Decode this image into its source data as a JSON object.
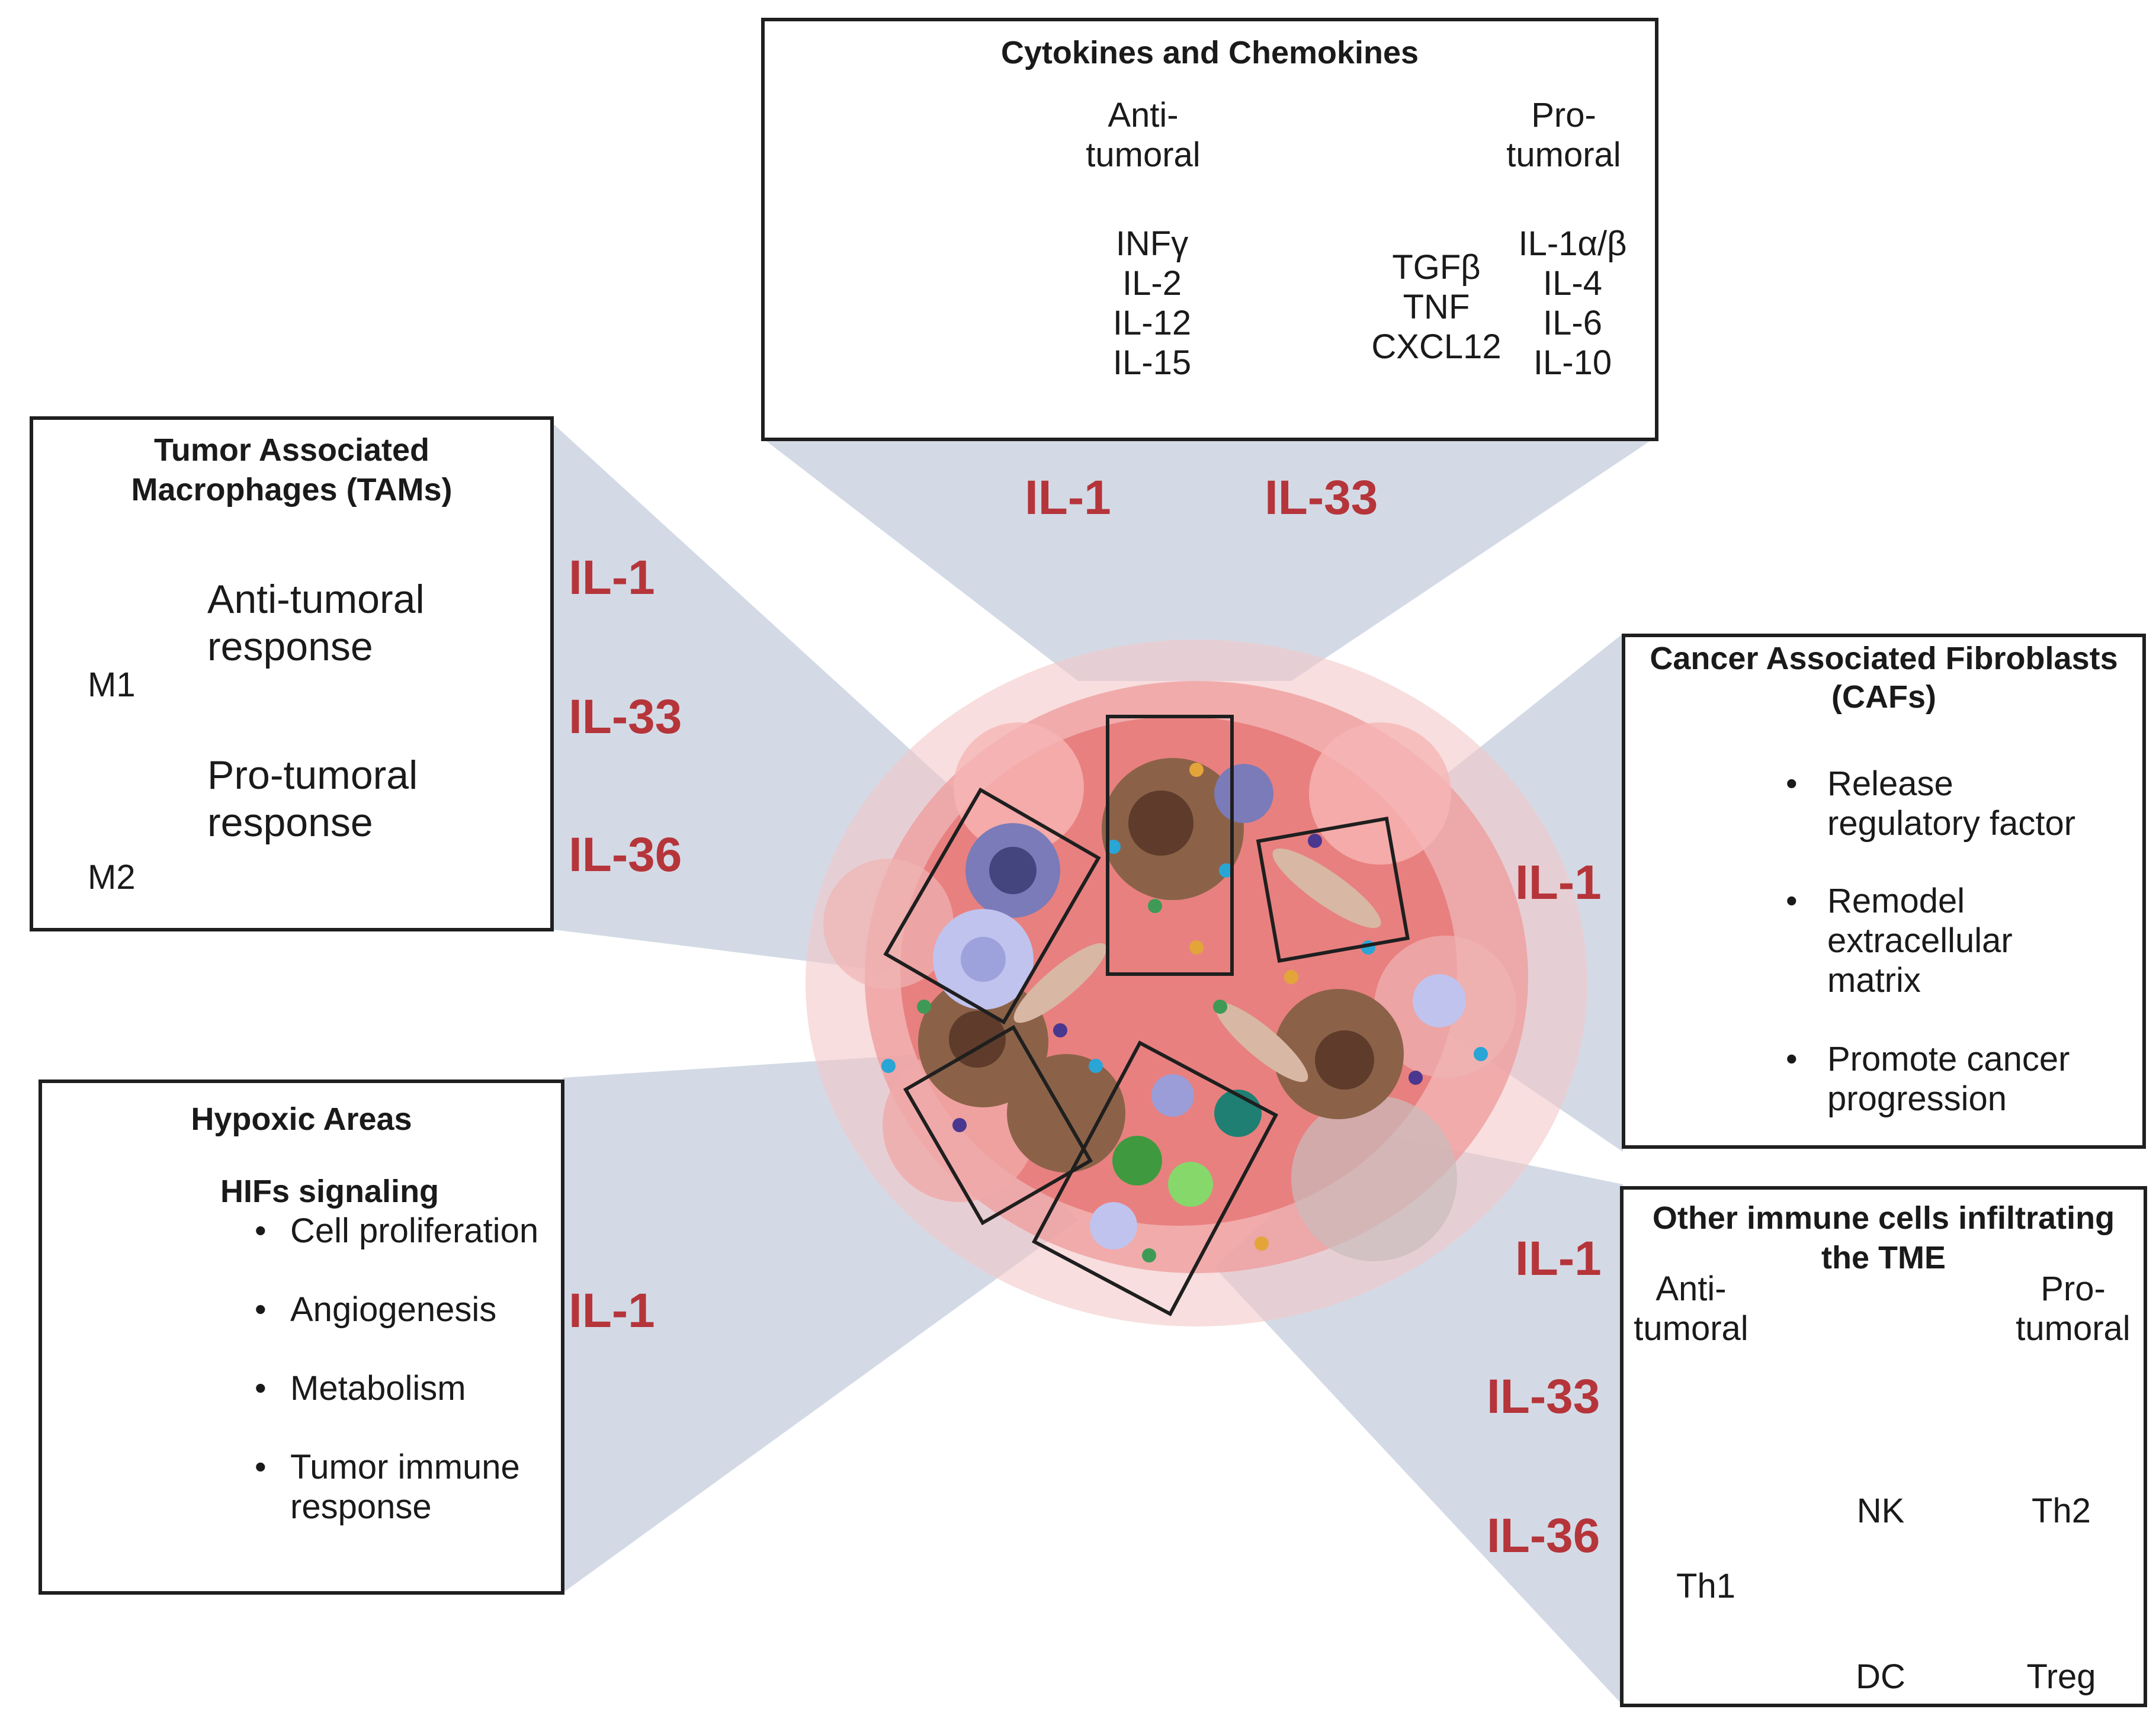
{
  "cytokines": {
    "title": "Cytokines and Chemokines",
    "anti_label": "Anti-\ntumoral",
    "pro_label": "Pro-\ntumoral",
    "anti_list": [
      "INFγ",
      "IL-2",
      "IL-12",
      "IL-15"
    ],
    "mid_list": [
      "TGFβ",
      "TNF",
      "CXCL12"
    ],
    "pro_list": [
      "IL-1α/β",
      "IL-4",
      "IL-6",
      "IL-10"
    ],
    "interleukins": [
      "IL-1",
      "IL-33"
    ]
  },
  "tams": {
    "title_line1": "Tumor Associated",
    "title_line2": "Macrophages (TAMs)",
    "m1_text_line1": "Anti-tumoral",
    "m1_text_line2": "response",
    "m1_label": "M1",
    "m2_text_line1": "Pro-tumoral",
    "m2_text_line2": "response",
    "m2_label": "M2",
    "interleukins": [
      "IL-1",
      "IL-33",
      "IL-36"
    ]
  },
  "hypoxic": {
    "title": "Hypoxic Areas",
    "subtitle": "HIFs signaling",
    "bullets": [
      "Cell proliferation",
      "Angiogenesis",
      "Metabolism",
      "Tumor immune",
      "response"
    ],
    "interleukins": [
      "IL-1"
    ]
  },
  "cafs": {
    "title_line1": "Cancer Associated Fibroblasts",
    "title_line2": "(CAFs)",
    "bullets": [
      "Release",
      "regulatory factor",
      "Remodel",
      "extracellular",
      "matrix",
      "Promote cancer",
      "progression"
    ],
    "interleukins": [
      "IL-1"
    ]
  },
  "immune": {
    "title_line1": "Other immune cells infiltrating",
    "title_line2": "the TME",
    "anti_label_line1": "Anti-",
    "anti_label_line2": "tumoral",
    "pro_label_line1": "Pro-",
    "pro_label_line2": "tumoral",
    "cells": [
      "Th1",
      "NK",
      "Th2",
      "DC",
      "Treg"
    ],
    "interleukins": [
      "IL-1",
      "IL-33",
      "IL-36"
    ]
  },
  "colors": {
    "interleukin": "#b5353a",
    "arrow": "#a3343a",
    "connector": "#d3dae6",
    "tumor": "#ef8f8f"
  }
}
